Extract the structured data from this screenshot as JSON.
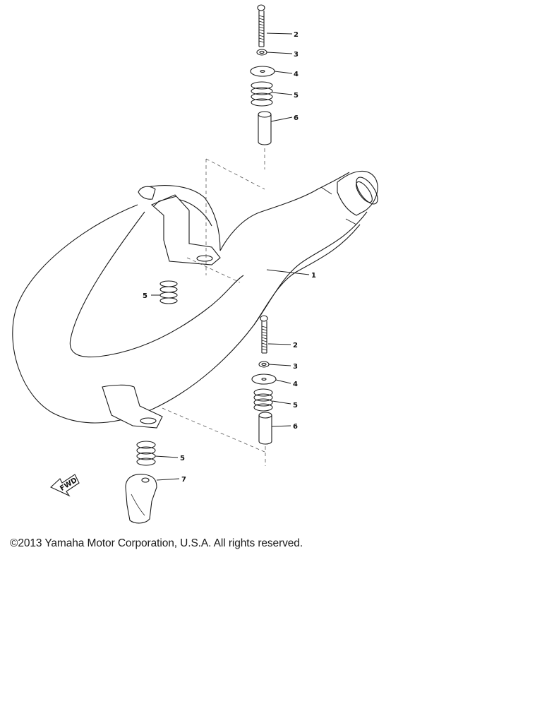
{
  "callouts": {
    "c1": "1",
    "c2a": "2",
    "c3a": "3",
    "c4a": "4",
    "c5a": "5",
    "c6a": "6",
    "c5b": "5",
    "c2b": "2",
    "c3b": "3",
    "c4b": "4",
    "c5c": "5",
    "c6b": "6",
    "c5d": "5",
    "c7": "7"
  },
  "fwd_label": "FWD",
  "copyright": "©2013 Yamaha Motor Corporation, U.S.A. All rights reserved."
}
